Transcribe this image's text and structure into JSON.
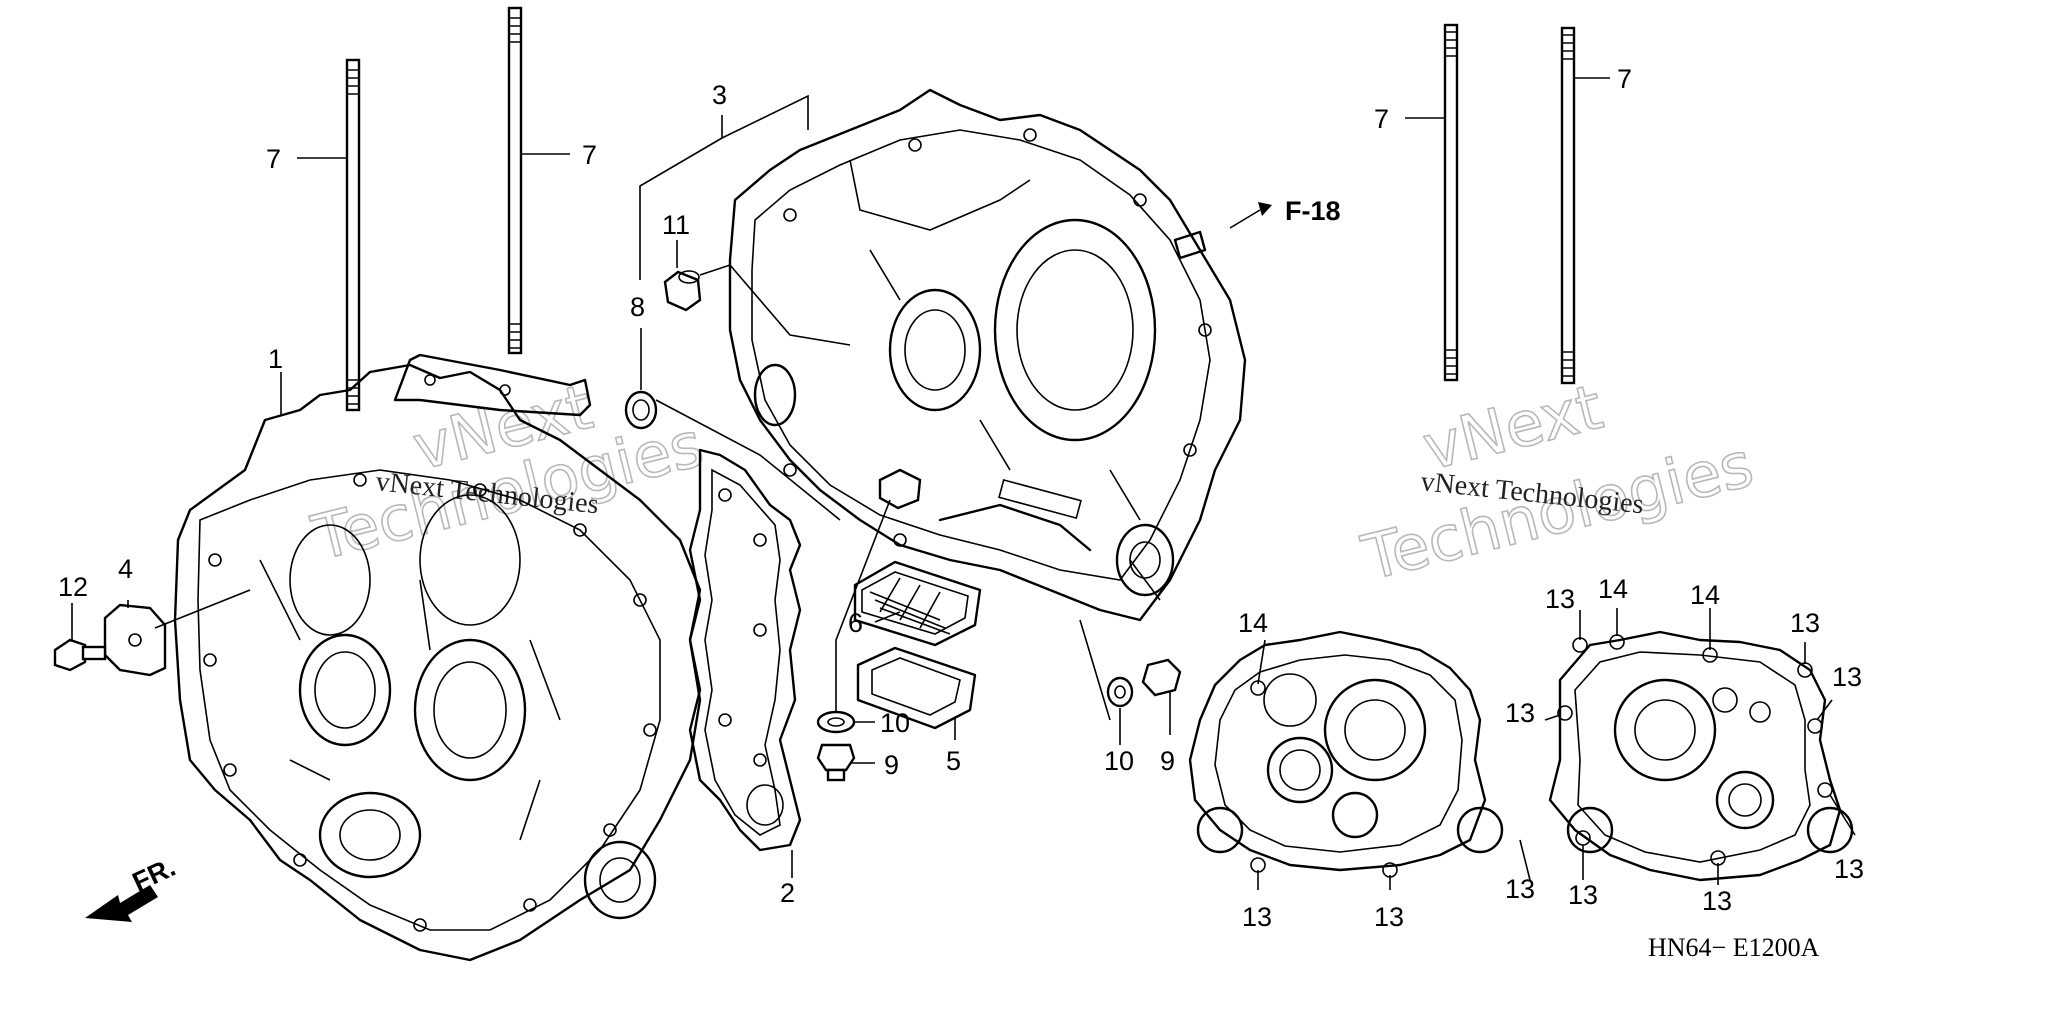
{
  "diagram": {
    "part_labels": {
      "p1": "1",
      "p2": "2",
      "p3": "3",
      "p4": "4",
      "p5": "5",
      "p6": "6",
      "p7": "7",
      "p8": "8",
      "p9": "9",
      "p10": "10",
      "p11": "11",
      "p12": "12",
      "p13": "13",
      "p14": "14"
    },
    "reference": "F-18",
    "front_label": "FR.",
    "code": "HN64− E1200A"
  },
  "watermark": {
    "line1": "vNext",
    "line2": "Technologies",
    "small": "vNext Technologies"
  }
}
